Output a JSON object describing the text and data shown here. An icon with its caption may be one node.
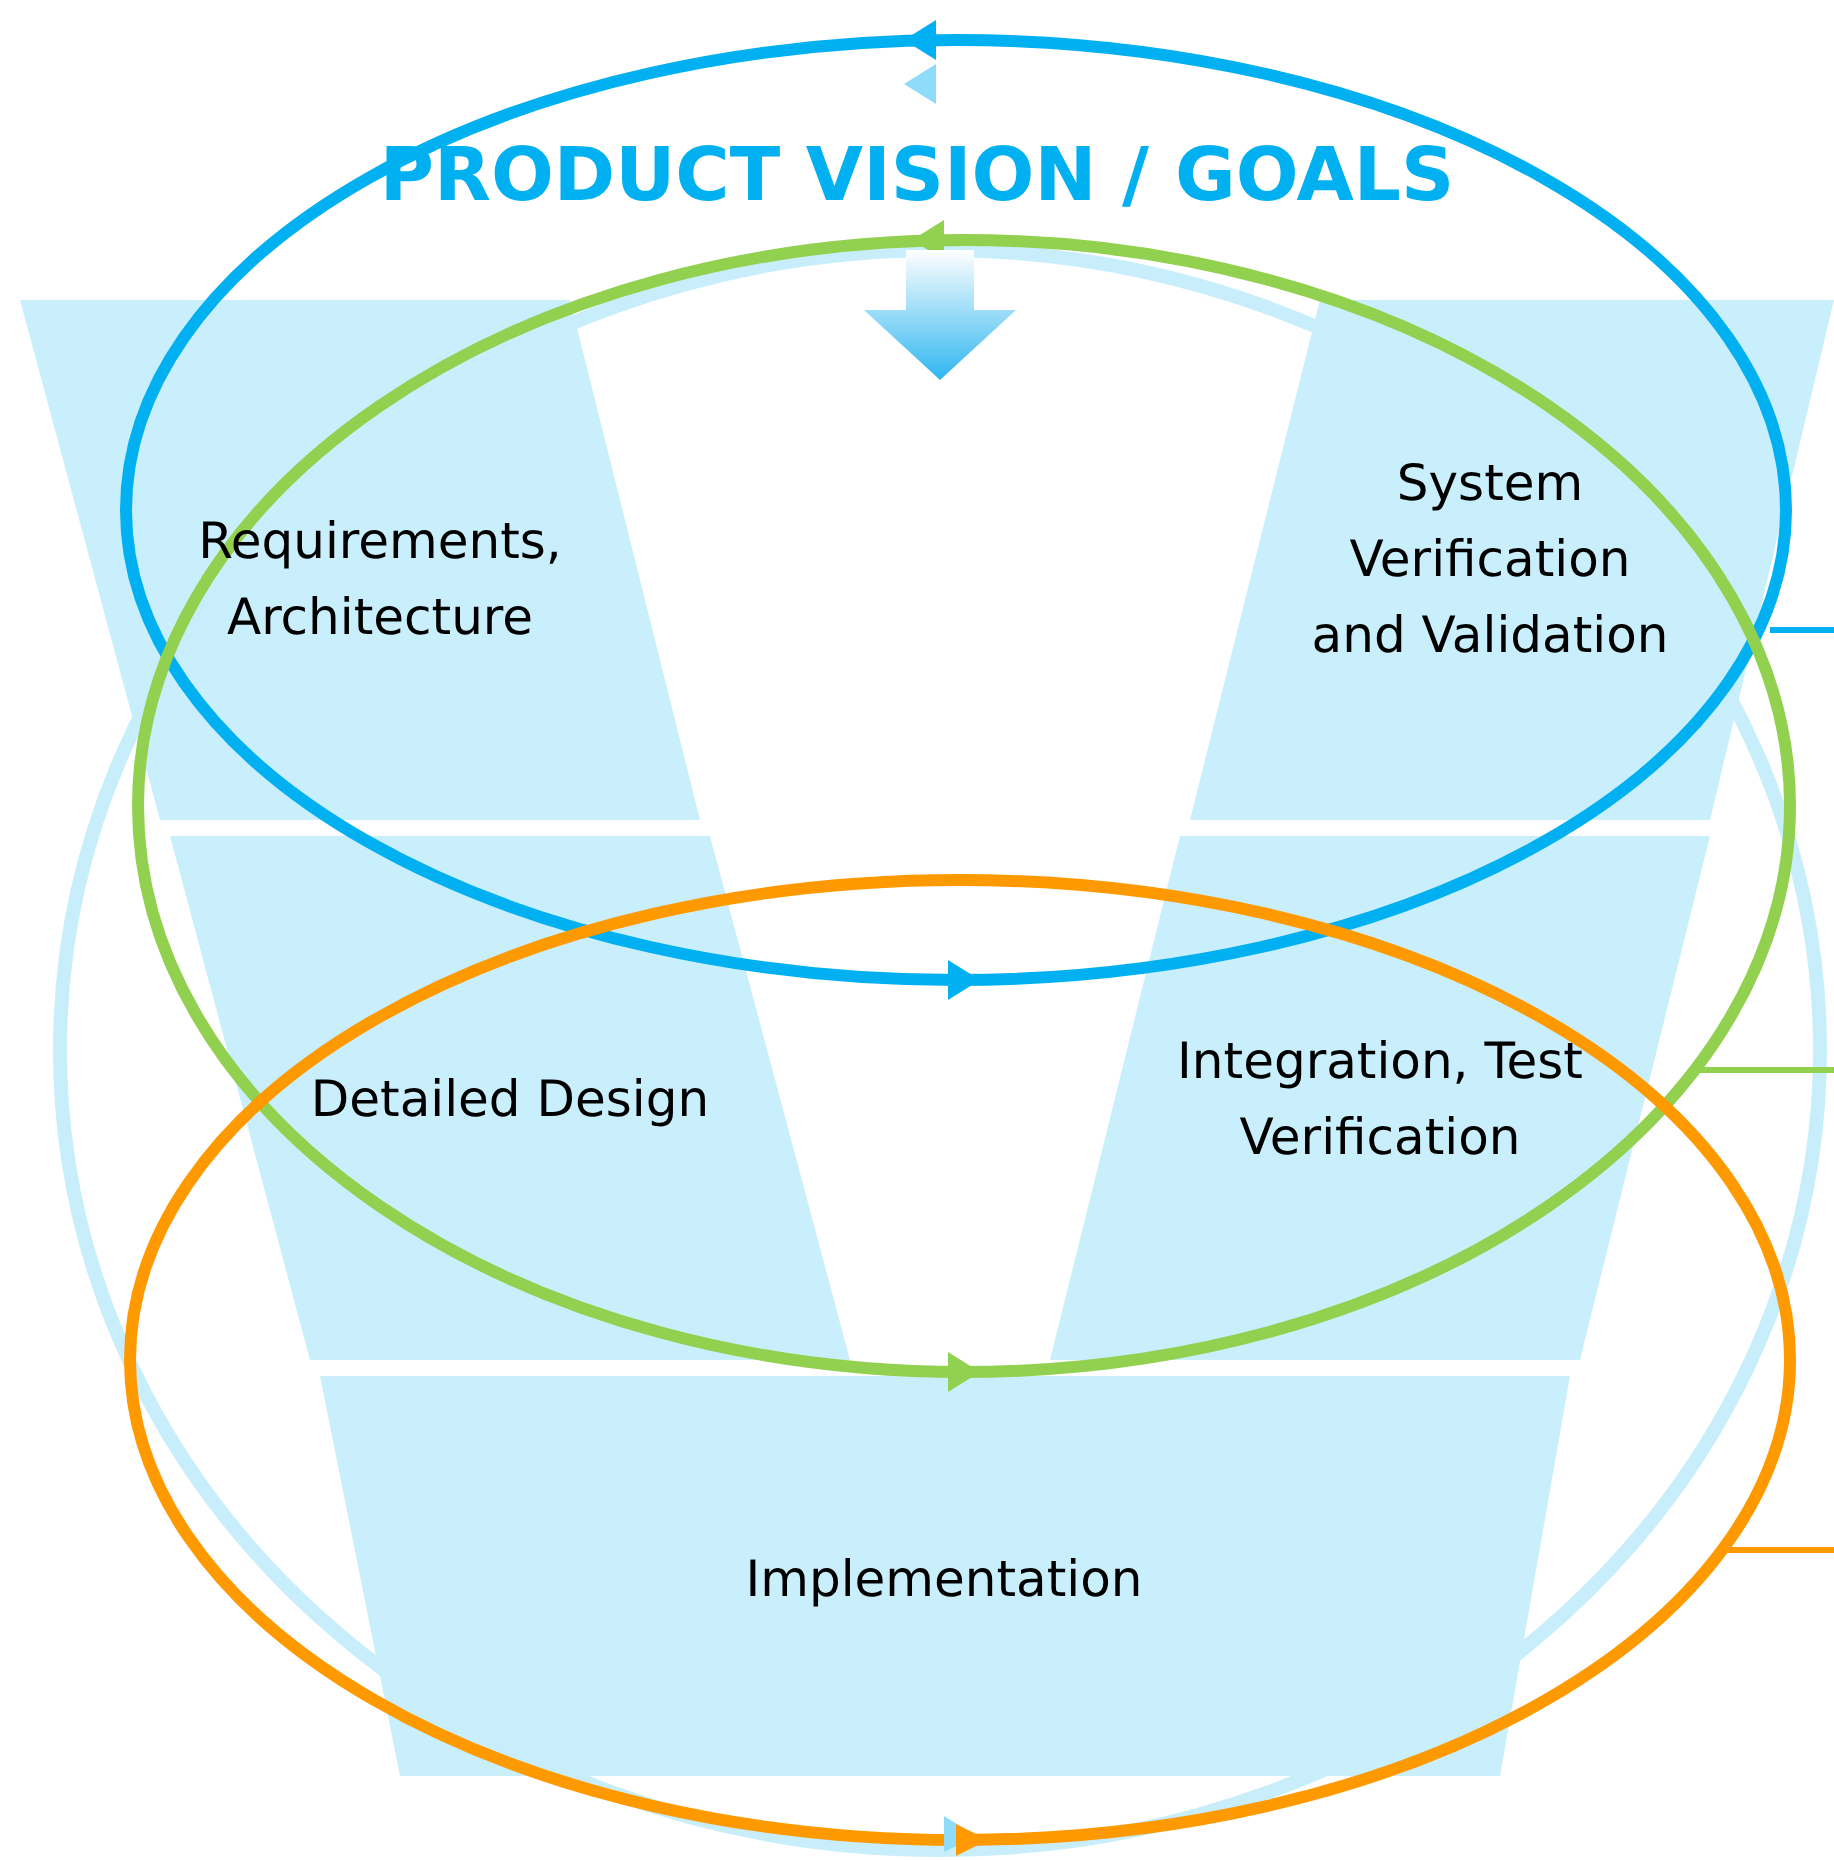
{
  "diagram": {
    "title": "PRODUCT VISION / GOALS",
    "nodes": [
      {
        "text": [
          "Requirements, Architecture"
        ]
      },
      {
        "text": [
          "System Verification and Validation"
        ]
      },
      {
        "text": [
          "Detailed Design"
        ]
      },
      {
        "text": [
          "Integration, Test Verification"
        ]
      },
      {
        "text": [
          "Implementation"
        ]
      }
    ]
  }
}
